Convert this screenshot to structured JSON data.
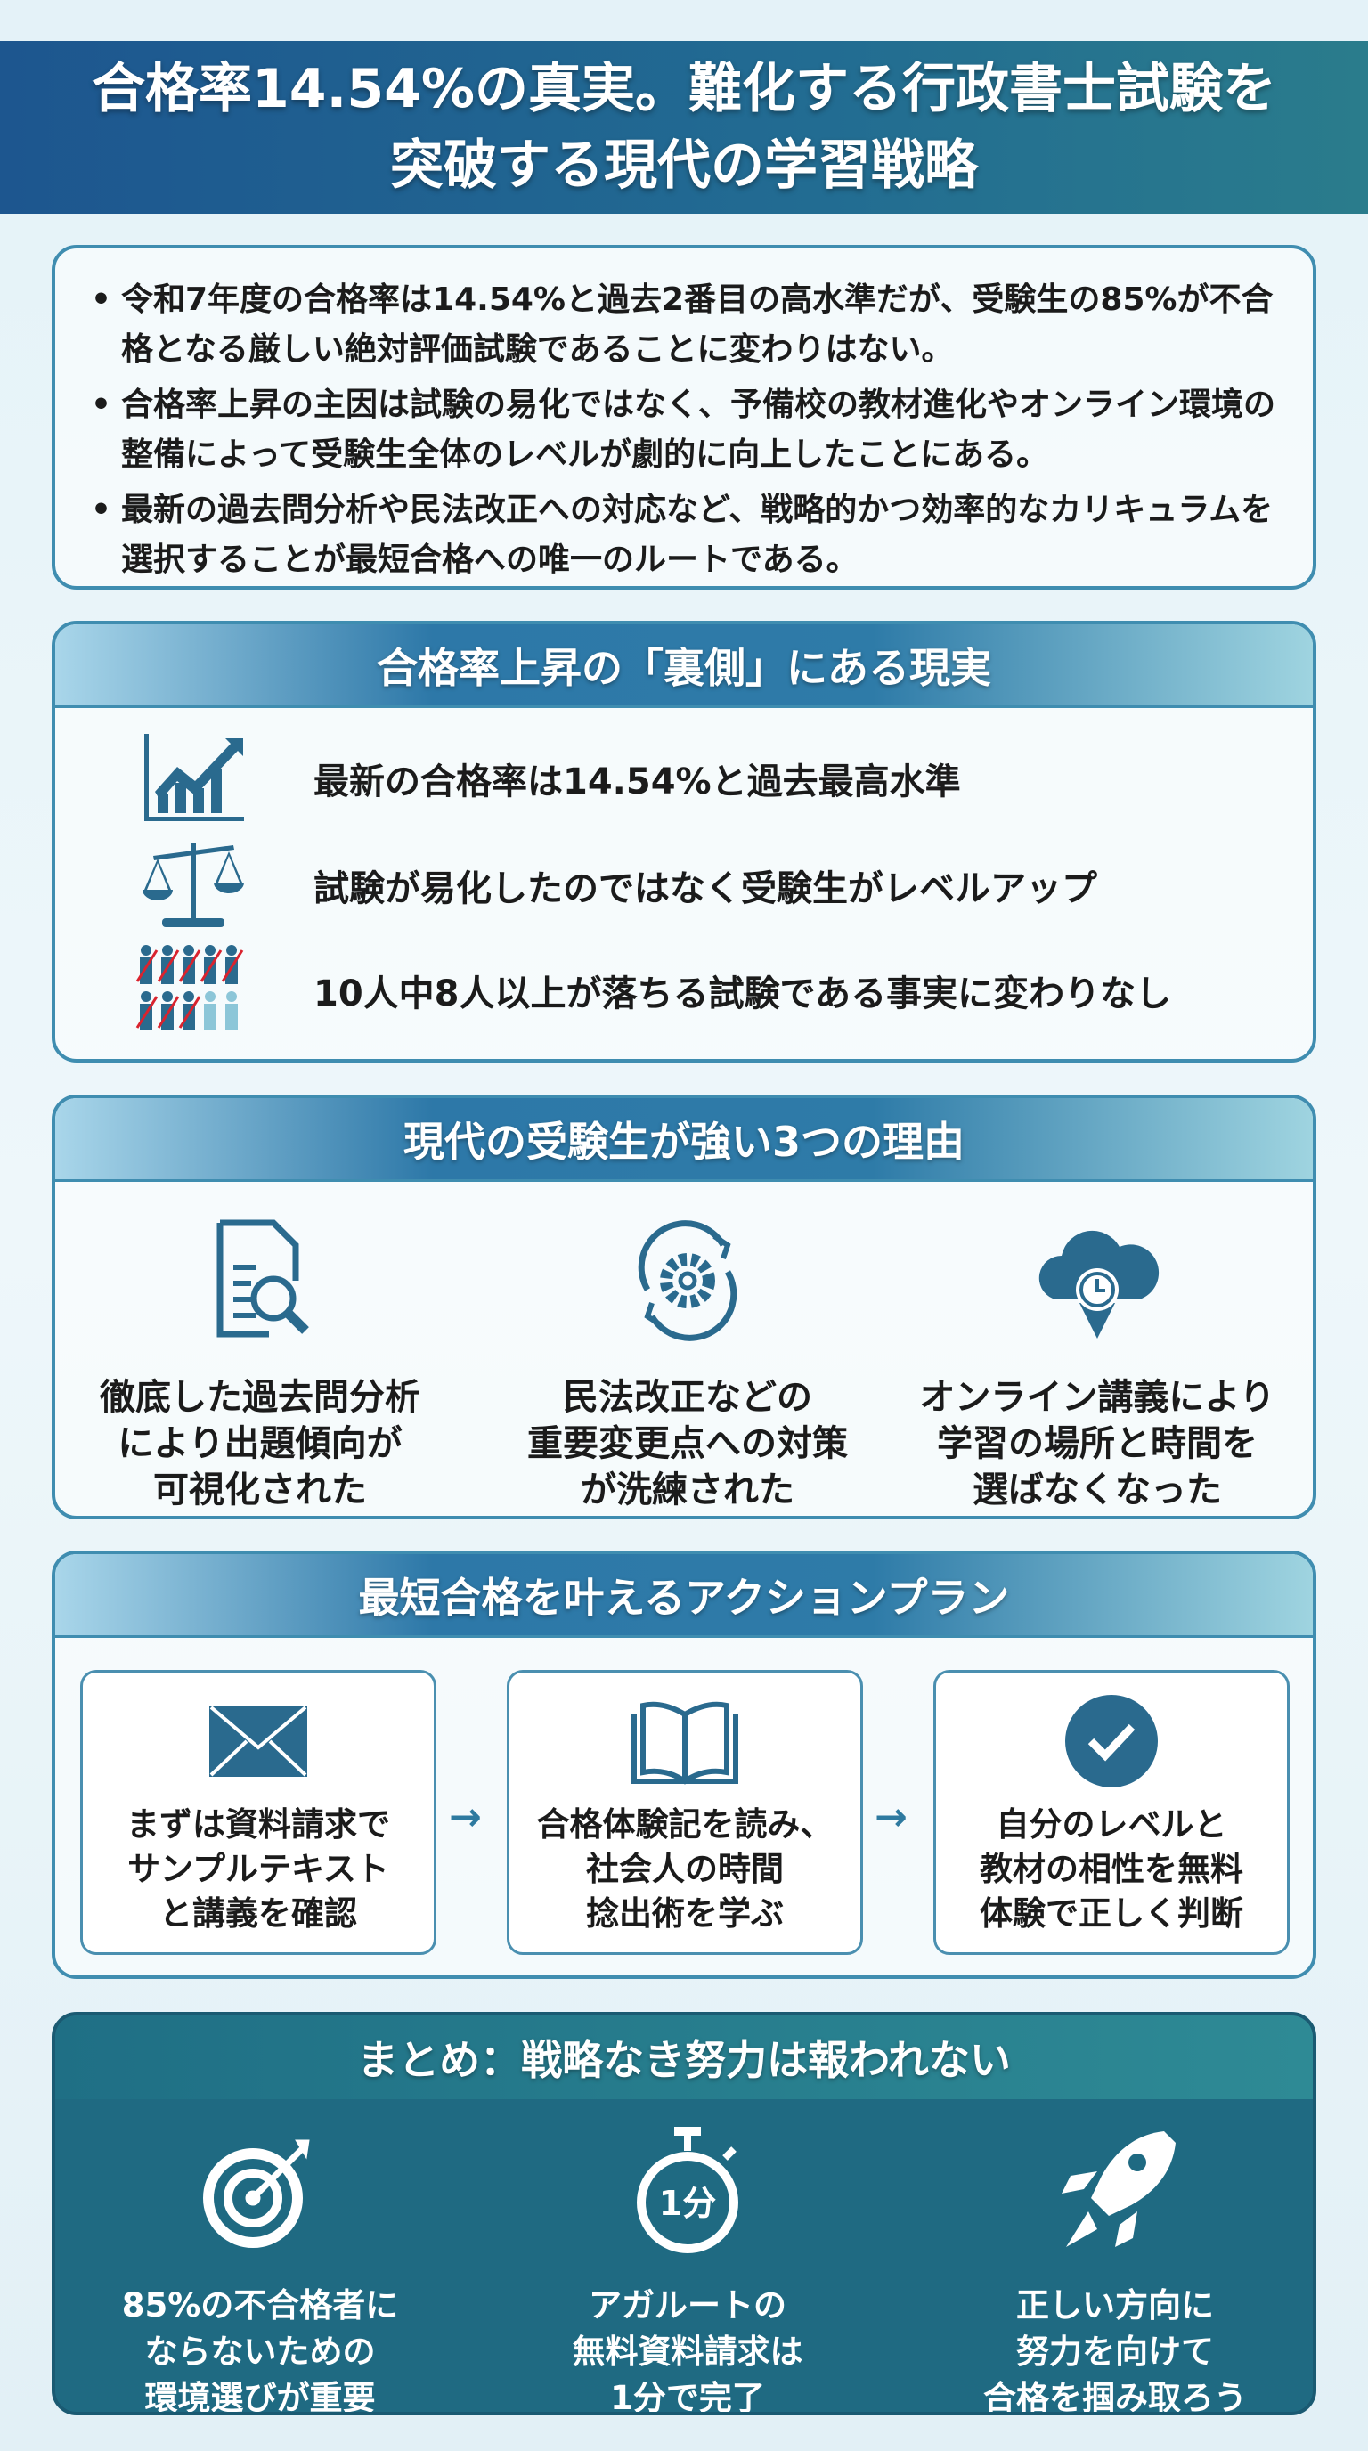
{
  "title": {
    "line1": "合格率14.54%の真実。難化する行政書士試験を",
    "line2": "突破する現代の学習戦略"
  },
  "summary": [
    "令和7年度の合格率は14.54%と過去2番目の高水準だが、受験生の85%が不合格となる厳しい絶対評価試験であることに変わりはない。",
    "合格率上昇の主因は試験の易化ではなく、予備校の教材進化やオンライン環境の整備によって受験生全体のレベルが劇的に向上したことにある。",
    "最新の過去問分析や民法改正への対応など、戦略的かつ効率的なカリキュラムを選択することが最短合格への唯一のルートである。"
  ],
  "reality": {
    "heading": "合格率上昇の「裏側」にある現実",
    "items": [
      {
        "icon": "chart-up-icon",
        "text": "最新の合格率は14.54%と過去最高水準"
      },
      {
        "icon": "scales-icon",
        "text": "試験が易化したのではなく受験生がレベルアップ"
      },
      {
        "icon": "people-icon",
        "text": "10人中8人以上が落ちる試験である事実に変わりなし"
      }
    ]
  },
  "reasons": {
    "heading": "現代の受験生が強い3つの理由",
    "items": [
      {
        "icon": "document-search-icon",
        "lines": [
          "徹底した過去問分析",
          "により出題傾向が",
          "可視化された"
        ]
      },
      {
        "icon": "gear-cycle-icon",
        "lines": [
          "民法改正などの",
          "重要変更点への対策",
          "が洗練された"
        ]
      },
      {
        "icon": "cloud-clock-icon",
        "lines": [
          "オンライン講義により",
          "学習の場所と時間を",
          "選ばなくなった"
        ]
      }
    ]
  },
  "plan": {
    "heading": "最短合格を叶えるアクションプラン",
    "arrow": "→",
    "items": [
      {
        "icon": "envelope-icon",
        "lines": [
          "まずは資料請求で",
          "サンプルテキスト",
          "と講義を確認"
        ]
      },
      {
        "icon": "book-icon",
        "lines": [
          "合格体験記を読み、",
          "社会人の時間",
          "捻出術を学ぶ"
        ]
      },
      {
        "icon": "check-circle-icon",
        "lines": [
          "自分のレベルと",
          "教材の相性を無料",
          "体験で正しく判断"
        ]
      }
    ]
  },
  "summary_section": {
    "heading": "まとめ：戦略なき努力は報われない",
    "items": [
      {
        "icon": "target-icon",
        "lines": [
          "85%の不合格者に",
          "ならないための",
          "環境選びが重要"
        ]
      },
      {
        "icon": "stopwatch-icon",
        "badge": "1分",
        "lines": [
          "アガルートの",
          "無料資料請求は",
          "1分で完了"
        ]
      },
      {
        "icon": "rocket-icon",
        "lines": [
          "正しい方向に",
          "努力を向けて",
          "合格を掴み取ろう"
        ]
      }
    ]
  },
  "colors": {
    "header": "#1d568f",
    "accent": "#2a6a8e",
    "dark": "#1f6a82",
    "fail_mark": "#d9232e"
  }
}
